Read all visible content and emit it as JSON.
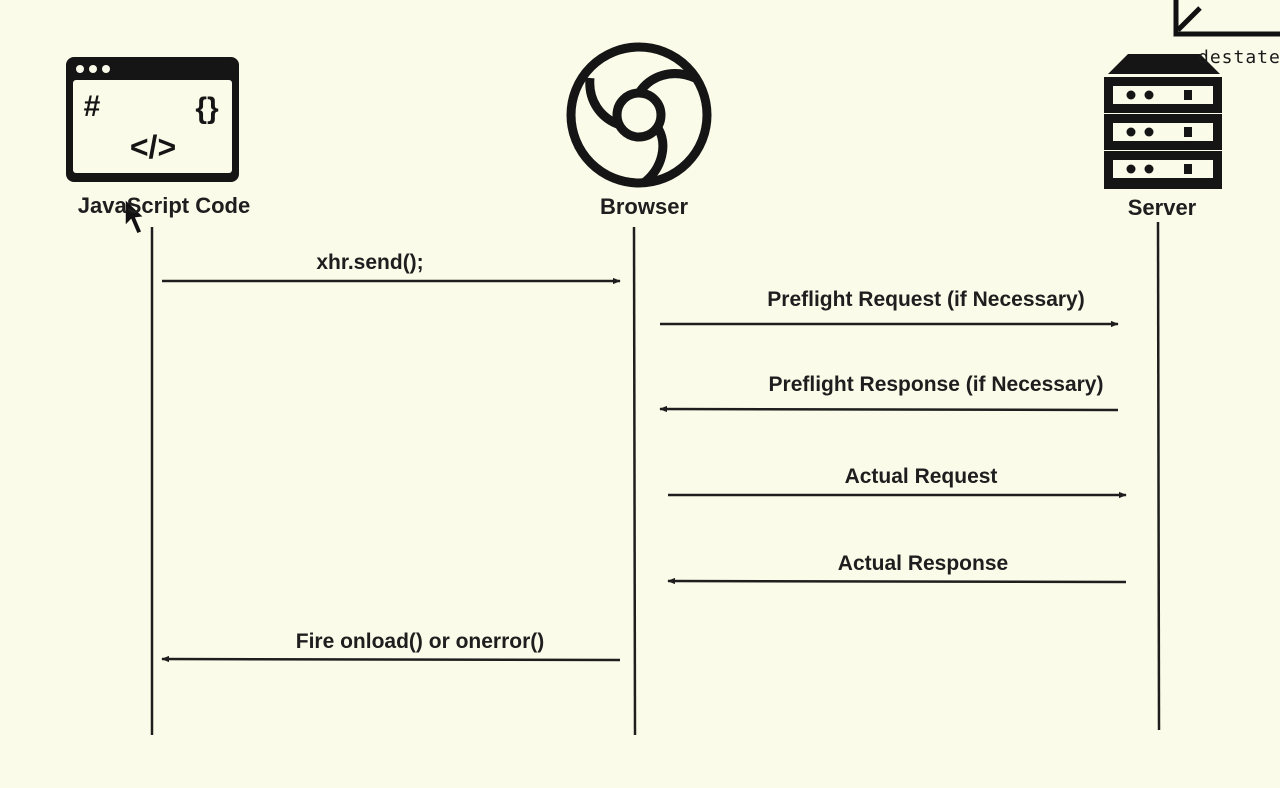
{
  "watermark": {
    "text": "destate",
    "icon": "corner-arrow-logo-icon"
  },
  "actors": [
    {
      "id": "js",
      "label": "JavaScript Code",
      "icon": "code-window-icon",
      "glyphs": {
        "hash": "#",
        "braces": "{}",
        "tag": "</>"
      }
    },
    {
      "id": "browser",
      "label": "Browser",
      "icon": "browser-logo-icon"
    },
    {
      "id": "server",
      "label": "Server",
      "icon": "server-rack-icon"
    }
  ],
  "messages": [
    {
      "label": "xhr.send();",
      "from": "JavaScript Code",
      "to": "Browser"
    },
    {
      "label": "Preflight Request (if Necessary)",
      "from": "Browser",
      "to": "Server"
    },
    {
      "label": "Preflight Response (if Necessary)",
      "from": "Server",
      "to": "Browser"
    },
    {
      "label": "Actual Request",
      "from": "Browser",
      "to": "Server"
    },
    {
      "label": "Actual Response",
      "from": "Server",
      "to": "Browser"
    },
    {
      "label": "Fire onload() or onerror()",
      "from": "Browser",
      "to": "JavaScript Code"
    }
  ],
  "colors": {
    "background": "#fbfbea",
    "ink": "#1e1e1e"
  },
  "cursor_icon": "mouse-pointer-icon"
}
